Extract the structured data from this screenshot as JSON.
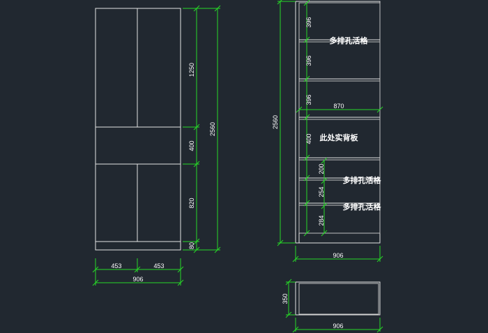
{
  "front_view": {
    "dims_vertical": [
      "1250",
      "400",
      "820",
      "80"
    ],
    "overall_height": "2560",
    "dims_horizontal": [
      "453",
      "453"
    ],
    "overall_width": "906"
  },
  "section_view": {
    "overall_height": "2560",
    "shelf_dims": [
      "396",
      "396",
      "396",
      "400",
      "200",
      "254",
      "284"
    ],
    "inner_width": "870",
    "overall_width": "906",
    "notes": [
      "多排孔活格",
      "此处实背板",
      "多排孔活格",
      "多排孔活格"
    ]
  },
  "plan_view": {
    "depth": "350",
    "width": "906"
  },
  "colors": {
    "background": "#212830",
    "lines": "#e4e4e4",
    "dimensions": "#27d827"
  }
}
